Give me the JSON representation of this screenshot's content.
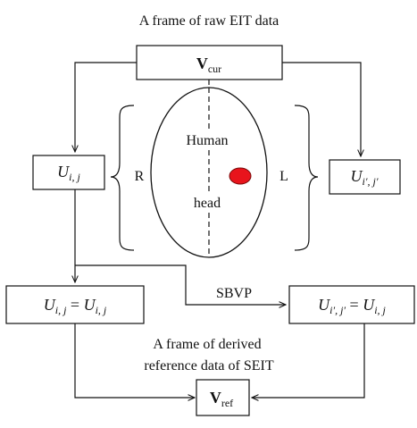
{
  "title": "A frame of raw EIT data",
  "boxes": {
    "v_cur": {
      "main": "V",
      "sub": "cur"
    },
    "u_left": {
      "main": "U",
      "sub": "i, j"
    },
    "u_right": {
      "main": "U",
      "sub": "i′, j′"
    },
    "eq_left": {
      "lhs": "U",
      "lhs_sub": "i, j",
      "eq": " = ",
      "rhs": "U",
      "rhs_sub": "i, j"
    },
    "eq_right": {
      "lhs": "U",
      "lhs_sub": "i′, j′",
      "eq": " = ",
      "rhs": "U",
      "rhs_sub": "i, j"
    },
    "v_ref": {
      "main": "V",
      "sub": "ref"
    }
  },
  "head": {
    "line1": "Human",
    "line2": "head"
  },
  "side_labels": {
    "right": "R",
    "left": "L"
  },
  "sbvp": "SBVP",
  "derived": {
    "line1": "A frame of derived",
    "line2": "reference data of SEIT"
  },
  "colors": {
    "lesion": "#e8141c",
    "lesion_stroke": "#7a0a0a",
    "stroke": "#111111"
  }
}
